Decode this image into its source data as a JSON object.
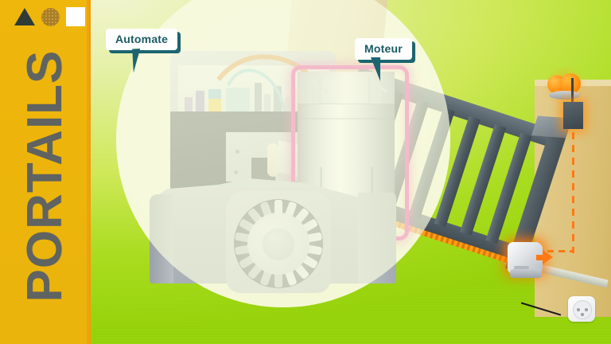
{
  "sidebar": {
    "title": "PORTAILS",
    "brand_color": "#edb50b",
    "title_color": "#5f6361",
    "shapes": [
      {
        "name": "triangle",
        "color": "#2e3b36"
      },
      {
        "name": "circle",
        "color": "#a87e28"
      },
      {
        "name": "square",
        "color": "#ffffff"
      }
    ]
  },
  "illustration": {
    "title": "Motorisation de portail coulissant",
    "background_color": "#a8dc1c",
    "spotlight_color": "#f3f8d4",
    "callouts": [
      {
        "id": "automate",
        "label": "Automate",
        "text_color": "#1b5a66",
        "shadow_color": "#1d6570"
      },
      {
        "id": "moteur",
        "label": "Moteur",
        "text_color": "#1b5a66",
        "shadow_color": "#1d6570"
      }
    ],
    "highlights": [
      {
        "target": "motor",
        "color": "#ec2a9a",
        "style": "magenta-outline"
      },
      {
        "target": "drive-unit",
        "color": "#ff780a",
        "style": "orange-glow"
      },
      {
        "target": "antenna",
        "color": "#ff8c0a",
        "style": "orange-glow"
      }
    ],
    "parts": [
      {
        "name": "control-board",
        "label": "Automate",
        "color": "#dfe3e7"
      },
      {
        "name": "motor-cylinder",
        "label": "Moteur",
        "color": "#e9edee"
      },
      {
        "name": "drive-gear",
        "label": "Pignon",
        "color": "#d2d8db"
      },
      {
        "name": "gear-housing",
        "label": "Carter",
        "color": "#b7bdc2"
      },
      {
        "name": "sliding-gate",
        "label": "Portail coulissant",
        "color": "#4d5960"
      },
      {
        "name": "toothed-rack",
        "label": "Crémaillère",
        "color": "#ff9d15"
      },
      {
        "name": "flashing-light",
        "label": "Feu orange",
        "color": "#ff9012"
      },
      {
        "name": "antenna-receiver",
        "label": "Antenne",
        "color": "#3b454b"
      },
      {
        "name": "power-socket",
        "label": "Prise électrique",
        "color": "#ffffff"
      },
      {
        "name": "pillar",
        "label": "Pilier",
        "color": "#dcc178"
      }
    ],
    "wires": [
      {
        "name": "wire-orange",
        "color": "#e49a4c"
      },
      {
        "name": "wire-cyan",
        "color": "#9fd6e6"
      },
      {
        "name": "wire-yellow",
        "color": "#e0dc8f"
      },
      {
        "name": "wire-pink",
        "color": "#cf8fb6"
      }
    ]
  }
}
